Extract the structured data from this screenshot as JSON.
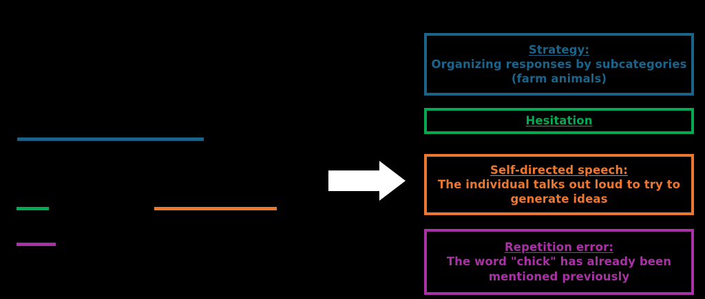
{
  "figure": {
    "background_color": "#000000",
    "arrow": {
      "icon": "right-arrow-icon",
      "color": "#ffffff",
      "direction": "right"
    }
  },
  "transcript": {
    "description": "Redacted transcript area with colour-coded annotation underlines",
    "underlines": [
      {
        "name": "strategy",
        "color": "#1b6389"
      },
      {
        "name": "hesitation",
        "color": "#06a94f"
      },
      {
        "name": "self-speech",
        "color": "#ec7731"
      },
      {
        "name": "repetition",
        "color": "#a831a5"
      }
    ]
  },
  "legend": {
    "boxes": [
      {
        "name": "strategy",
        "color": "#1b6389",
        "title": "Strategy:",
        "body": "Organizing responses by subcategories (farm animals)"
      },
      {
        "name": "hesitation",
        "color": "#06a94f",
        "title": "Hesitation",
        "body": ""
      },
      {
        "name": "self-directed-speech",
        "color": "#ec7731",
        "title": "Self-directed speech:",
        "body": "The individual talks out loud to try to generate ideas"
      },
      {
        "name": "repetition-error",
        "color": "#a831a5",
        "title": "Repetition error:",
        "body": "The word \"chick\" has already been mentioned previously"
      }
    ]
  }
}
